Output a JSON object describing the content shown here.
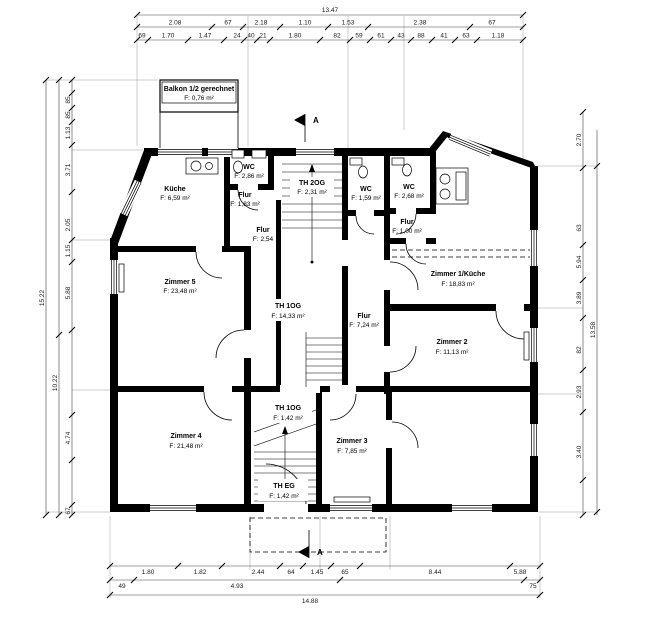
{
  "rooms": [
    {
      "name": "Balkon 1/2 gerechnet",
      "area": "F: 0,76 m²"
    },
    {
      "name": "WC",
      "area": "F: 2,86 m²"
    },
    {
      "name": "Küche",
      "area": "F: 6,59 m²"
    },
    {
      "name": "Flur",
      "area": "F: 1,83 m²"
    },
    {
      "name": "TH 2OG",
      "area": "F: 2,31 m²"
    },
    {
      "name": "WC",
      "area": "F: 1,59 m²"
    },
    {
      "name": "WC",
      "area": "F: 2,68 m²"
    },
    {
      "name": "Flur",
      "area": "F: 2,54"
    },
    {
      "name": "Flur",
      "area": "F: 1,00 m²"
    },
    {
      "name": "Zimmer 5",
      "area": "F: 23,48 m²"
    },
    {
      "name": "Zimmer 1/Küche",
      "area": "F: 18,83 m²"
    },
    {
      "name": "TH 1OG",
      "area": "F: 14,33 m²"
    },
    {
      "name": "Flur",
      "area": "F: 7,24 m²"
    },
    {
      "name": "Zimmer 2",
      "area": "F: 11,13 m²"
    },
    {
      "name": "Zimmer 4",
      "area": "F: 21,48 m²"
    },
    {
      "name": "TH 1OG",
      "area": "F: 1,42 m²"
    },
    {
      "name": "Zimmer 3",
      "area": "F: 7,85 m²"
    },
    {
      "name": "TH EG",
      "area": "F: 1,42 m²"
    }
  ],
  "section": {
    "top": "A",
    "bottom": "A"
  },
  "dimensions": {
    "top_total": "13.47",
    "top_row1": [
      "2.08",
      "67",
      "2.18",
      "1.10",
      "1.53",
      "2.38",
      "67"
    ],
    "top_row2": [
      "69",
      "1.70",
      "1.47",
      "24",
      "40",
      "21",
      "1.80",
      "82",
      "59",
      "61",
      "43",
      "88",
      "41",
      "63",
      "1.18"
    ],
    "left_outer": "15.22",
    "left_mid": "10.22",
    "left_inner": [
      "85",
      "85",
      "1.13",
      "3.71",
      "2.05",
      "1.15",
      "5.88",
      "4.74",
      "67"
    ],
    "right_outer": "13.58",
    "right_inner": [
      "2.70",
      "63",
      "5.94",
      "3.89",
      "82",
      "2.93",
      "3.40"
    ],
    "bottom_row1": [
      "1.80",
      "1.82",
      "2.44",
      "64",
      "1.45",
      "65",
      "8.44",
      "5.88"
    ],
    "bottom_row2": [
      "49",
      "4.93",
      "75"
    ],
    "bottom_total": "14.88"
  }
}
